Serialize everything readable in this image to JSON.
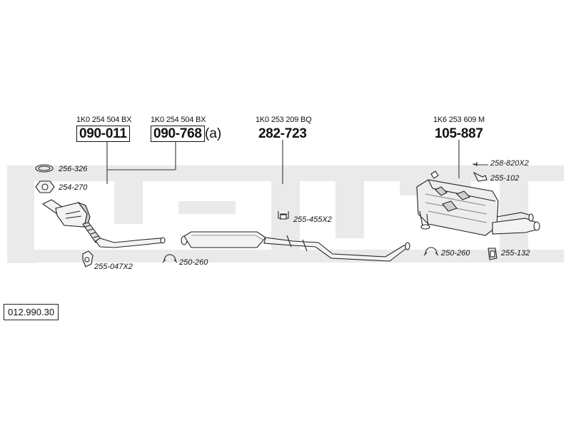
{
  "watermark_color": "#d9d9d9",
  "line_color": "#333333",
  "main_parts": [
    {
      "id": "front-catalyst",
      "oem": "1K0 254 504 BX",
      "part_number": "090-011",
      "boxed": true,
      "suffix": ""
    },
    {
      "id": "front-catalyst-alt",
      "oem": "1K0 254 504 BX",
      "part_number": "090-768",
      "boxed": true,
      "suffix": "(a)"
    },
    {
      "id": "middle-silencer",
      "oem": "1K0 253 209 BQ",
      "part_number": "282-723",
      "boxed": false,
      "suffix": ""
    },
    {
      "id": "rear-silencer",
      "oem": "1K6 253 609 M",
      "part_number": "105-887",
      "boxed": false,
      "suffix": ""
    }
  ],
  "accessories": [
    {
      "id": "gasket",
      "code": "256-326"
    },
    {
      "id": "flange-gasket",
      "code": "254-270"
    },
    {
      "id": "clamp-front",
      "code": "255-047X2"
    },
    {
      "id": "clamp-middle",
      "code": "250-260"
    },
    {
      "id": "mount-middle",
      "code": "255-455X2"
    },
    {
      "id": "bolt",
      "code": "258-820X2"
    },
    {
      "id": "bracket",
      "code": "255-102"
    },
    {
      "id": "clamp-rear",
      "code": "250-260"
    },
    {
      "id": "rubber-mount",
      "code": "255-132"
    }
  ],
  "document_id": "012.990.30"
}
